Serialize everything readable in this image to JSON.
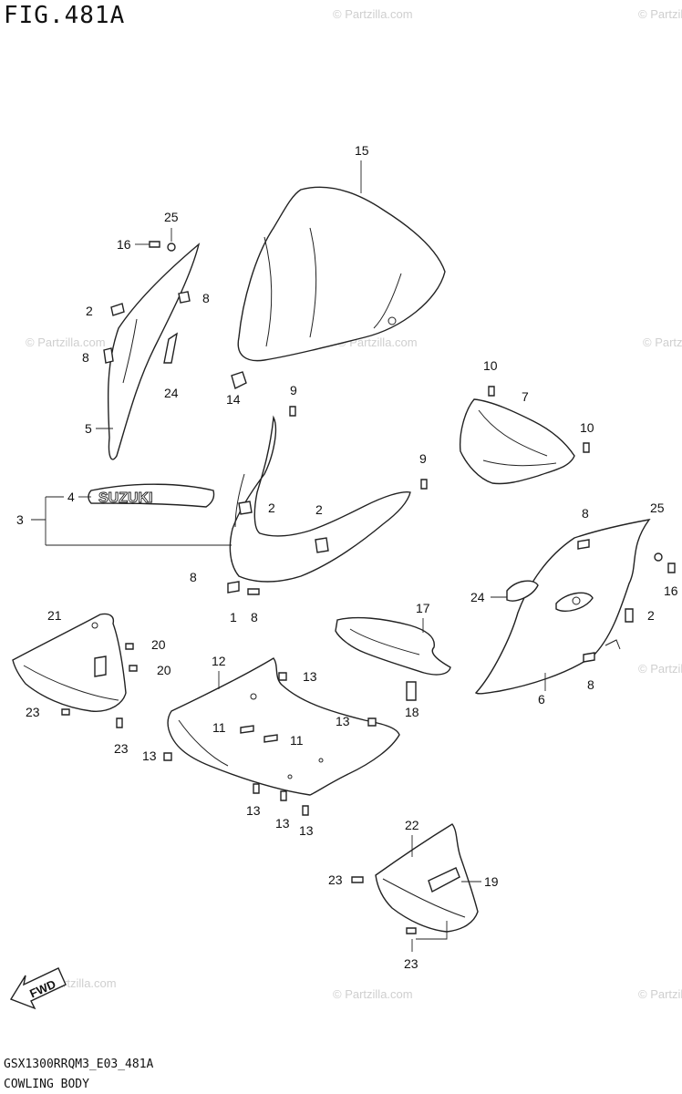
{
  "figure": {
    "title": "FIG.481A",
    "code": "GSX1300RRQM3_E03_481A",
    "name": "COWLING BODY"
  },
  "watermark": "© Partzilla.com",
  "emblem_text": "SUZUKI",
  "fwd_label": "FWD",
  "callouts": {
    "c15": "15",
    "c25a": "25",
    "c16a": "16",
    "c8a": "8",
    "c2a": "2",
    "c8b": "8",
    "c24a": "24",
    "c14": "14",
    "c5": "5",
    "c9a": "9",
    "c10a": "10",
    "c7": "7",
    "c10b": "10",
    "c9b": "9",
    "c4": "4",
    "c3": "3",
    "c2b": "2",
    "c2c": "2",
    "c8c": "8",
    "c1": "1",
    "c8d": "8",
    "c8e": "8",
    "c25b": "25",
    "c16b": "16",
    "c24b": "24",
    "c2d": "2",
    "c6": "6",
    "c8f": "8",
    "c21": "21",
    "c20a": "20",
    "c20b": "20",
    "c23a": "23",
    "c23b": "23",
    "c12": "12",
    "c13a": "13",
    "c11a": "11",
    "c11b": "11",
    "c13b": "13",
    "c13c": "13",
    "c13d": "13",
    "c13e": "13",
    "c13f": "13",
    "c17": "17",
    "c18": "18",
    "c22": "22",
    "c23c": "23",
    "c19": "19",
    "c23d": "23"
  }
}
